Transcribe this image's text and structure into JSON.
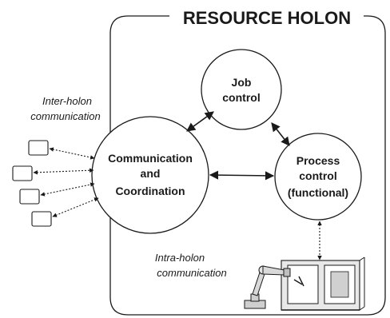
{
  "title": "RESOURCE HOLON",
  "nodes": {
    "job_control": [
      "Job",
      "control"
    ],
    "comm_coord": [
      "Communication",
      "and",
      "Coordination"
    ],
    "process_control": [
      "Process",
      "control",
      "(functional)"
    ]
  },
  "labels": {
    "inter_holon": [
      "Inter-holon",
      "communication"
    ],
    "intra_holon": [
      "Intra-holon",
      "communication"
    ]
  },
  "colors": {
    "stroke": "#1a1a1a",
    "background": "#ffffff"
  },
  "icons": [
    "external-holon-box-icon",
    "robot-arm-icon",
    "cnc-machine-icon"
  ]
}
